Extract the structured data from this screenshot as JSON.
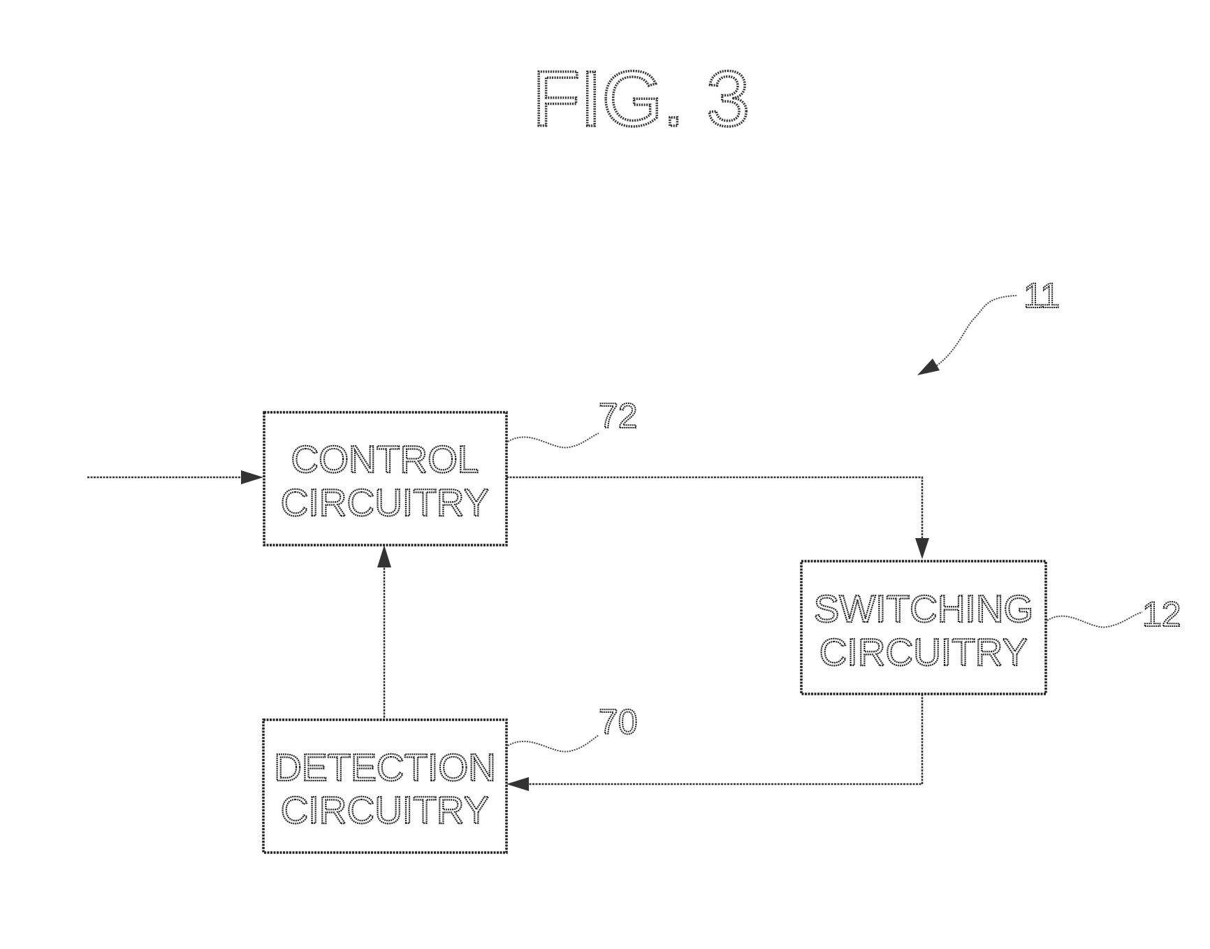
{
  "figure": {
    "title": "FIG. 3"
  },
  "blocks": {
    "control": {
      "line1": "CONTROL",
      "line2": "CIRCUITRY",
      "ref": "72"
    },
    "switching": {
      "line1": "SWITCHING",
      "line2": "CIRCUITRY",
      "ref": "12"
    },
    "detection": {
      "line1": "DETECTION",
      "line2": "CIRCUITRY",
      "ref": "70"
    }
  },
  "device_ref": "11",
  "connections": [
    {
      "from": "external-input",
      "to": "control"
    },
    {
      "from": "control",
      "to": "switching"
    },
    {
      "from": "switching",
      "to": "detection"
    },
    {
      "from": "detection",
      "to": "control"
    }
  ]
}
